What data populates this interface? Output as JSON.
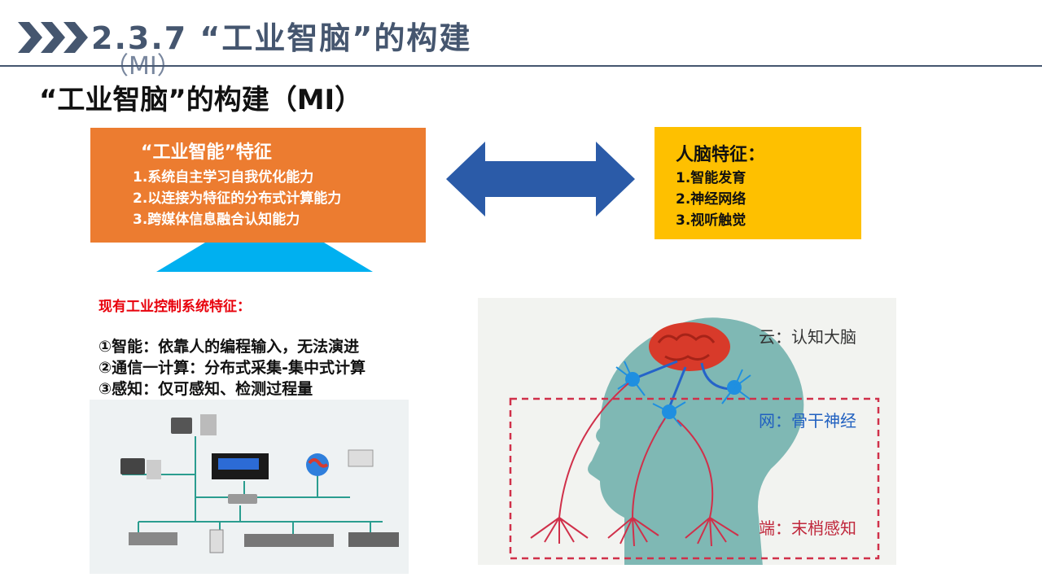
{
  "header": {
    "title": "2.3.7 “工业智脑”的构建",
    "title_wrap": "（MI）"
  },
  "subtitle": "“工业智脑”的构建（MI）",
  "orange_box": {
    "heading": "“工业智能”特征",
    "items": [
      "1.系统自主学习自我优化能力",
      "2.以连接为特征的分布式计算能力",
      "3.跨媒体信息融合认知能力"
    ]
  },
  "yellow_box": {
    "heading": "人脑特征：",
    "items": [
      "1.智能发育",
      "2.神经网络",
      "3.视听触觉"
    ]
  },
  "control_list": {
    "title": "现有工业控制系统特征：",
    "items": [
      "①智能：依靠人的编程输入，无法演进",
      "②通信一计算：分布式采集-集中式计算",
      "③感知：仅可感知、检测过程量"
    ]
  },
  "brain_diagram": {
    "cloud_label": "云：认知大脑",
    "network_label": "网：骨干神经",
    "edge_label": "端：末梢感知"
  },
  "colors": {
    "header": "#45566f",
    "orange": "#ec7c30",
    "yellow": "#fec000",
    "arrow": "#2b5ba8",
    "triangle": "#00b0f0",
    "red_text": "#e8000b",
    "head": "#7fb8b4",
    "brain": "#d83a2a",
    "neuron": "#1f8fe0"
  }
}
